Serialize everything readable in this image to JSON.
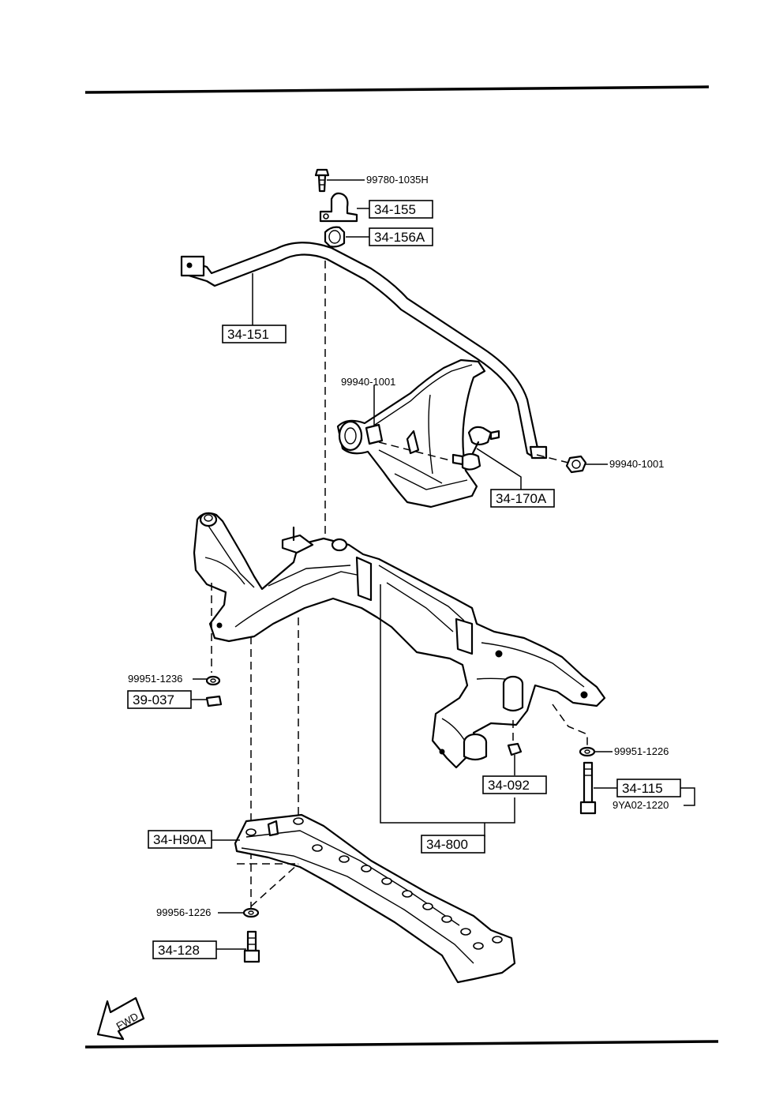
{
  "diagram": {
    "labels": {
      "bolt_top": "99780-1035H",
      "nut_control_arm": "99940-1001",
      "nut_link": "99940-1001",
      "washer_left": "99951-1236",
      "washer_right": "99951-1226",
      "washer_lower": "99956-1226",
      "bolt_long": "9YA02-1220"
    },
    "boxed_labels": {
      "bracket": "34-155",
      "bushing": "34-156A",
      "stabilizer_bar": "34-151",
      "stabilizer_link": "34-170A",
      "nut_left": "39-037",
      "mount_nut": "34-092",
      "bolt_kit": "34-115",
      "brace": "34-H90A",
      "crossmember": "34-800",
      "brace_bolt": "34-128"
    },
    "fwd_label": "FWD"
  }
}
